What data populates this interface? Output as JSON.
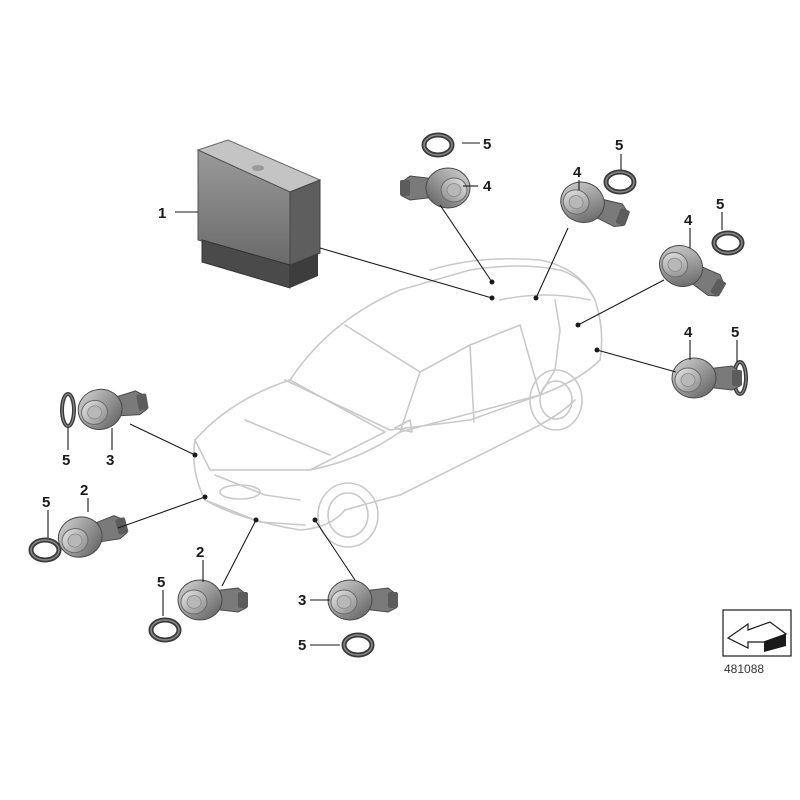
{
  "diagram": {
    "callouts": [
      {
        "id": "c1",
        "label": "1"
      },
      {
        "id": "c2a",
        "label": "2"
      },
      {
        "id": "c2b",
        "label": "2"
      },
      {
        "id": "c3a",
        "label": "3"
      },
      {
        "id": "c3b",
        "label": "3"
      },
      {
        "id": "c4a",
        "label": "4"
      },
      {
        "id": "c4b",
        "label": "4"
      },
      {
        "id": "c4c",
        "label": "4"
      },
      {
        "id": "c4d",
        "label": "4"
      },
      {
        "id": "c5a",
        "label": "5"
      },
      {
        "id": "c5b",
        "label": "5"
      },
      {
        "id": "c5c",
        "label": "5"
      },
      {
        "id": "c5d",
        "label": "5"
      },
      {
        "id": "c5e",
        "label": "5"
      },
      {
        "id": "c5f",
        "label": "5"
      },
      {
        "id": "c5g",
        "label": "5"
      }
    ],
    "diagram_number": "481088",
    "colors": {
      "part_dark": "#5e5e5e",
      "part_mid": "#8e8e8e",
      "part_light": "#c4c4c4",
      "car_outline": "#c9c9c9",
      "ink": "#1a1a1a"
    },
    "icons": [
      "control-unit-icon",
      "pdc-sensor-icon",
      "sensor-ring-icon",
      "direction-arrow-icon"
    ]
  }
}
